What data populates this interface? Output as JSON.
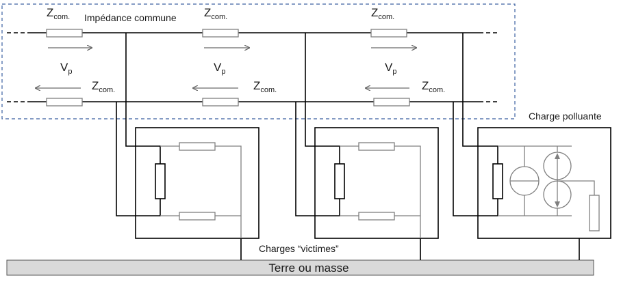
{
  "labels": {
    "z_main": "Z",
    "z_sub": "com.",
    "v_main": "V",
    "v_sub": "p",
    "common_impedance": "Impédance commune",
    "polluting_load": "Charge polluante",
    "victim_loads": "Charges “victimes”",
    "ground": "Terre ou masse"
  },
  "colors": {
    "wire": "#000000",
    "component_outline": "#7f7f7f",
    "arrow": "#6a6a6a",
    "dashed_box": "#3a5fa0",
    "ground_bar": "#d9d9d9"
  }
}
